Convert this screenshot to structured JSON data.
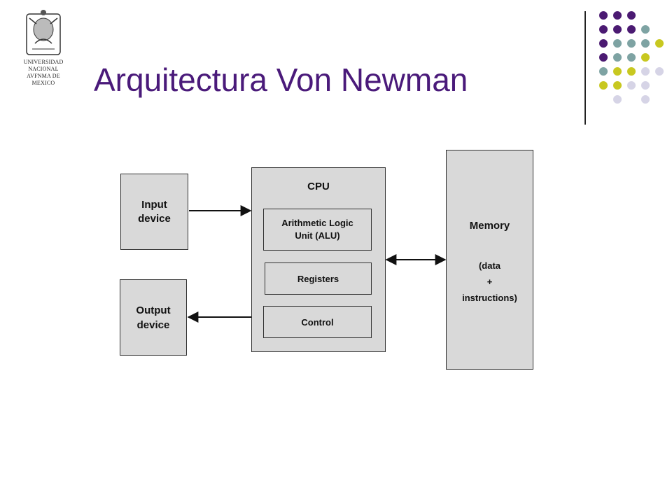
{
  "logo": {
    "text": "UNIVERSIDAD NACIONAL\nAVFNMA DE\nMEXICO"
  },
  "title": "Arquitectura Von Newman",
  "diagram": {
    "input": "Input\ndevice",
    "output": "Output\ndevice",
    "cpu": "CPU",
    "alu": "Arithmetic Logic\nUnit (ALU)",
    "registers": "Registers",
    "control": "Control",
    "memory": "Memory",
    "memory_detail": "(data\n+\ninstructions)"
  },
  "colors": {
    "title": "#4a1a7a",
    "box_fill": "#d9d9d9",
    "dot_purple": "#4b1a72",
    "dot_teal": "#7ea3a3",
    "dot_olive": "#c8c820",
    "dot_lavender": "#d6d4e6"
  }
}
